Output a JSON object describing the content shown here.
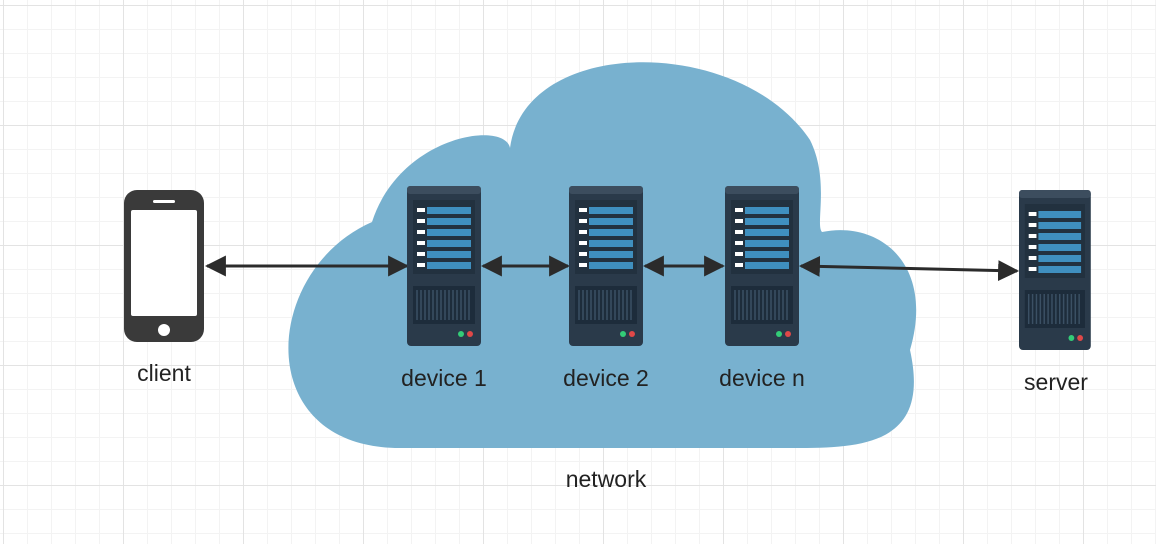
{
  "nodes": {
    "client": {
      "label": "client"
    },
    "device1": {
      "label": "device 1"
    },
    "device2": {
      "label": "device 2"
    },
    "devicen": {
      "label": "device n"
    },
    "server": {
      "label": "server"
    }
  },
  "network": {
    "label": "network"
  },
  "colors": {
    "cloud": "#78b1cf",
    "server_body": "#2a3a4a",
    "server_panel": "#1d2c3b",
    "server_bar": "#3f8fbf",
    "phone_body": "#3a3a3a",
    "arrow": "#2b2b2b",
    "led_green": "#33cc77",
    "led_red": "#e04848"
  },
  "edges": [
    {
      "from": "client",
      "to": "device1",
      "direction": "both"
    },
    {
      "from": "device1",
      "to": "device2",
      "direction": "both"
    },
    {
      "from": "device2",
      "to": "devicen",
      "direction": "both"
    },
    {
      "from": "devicen",
      "to": "server",
      "direction": "both"
    }
  ]
}
